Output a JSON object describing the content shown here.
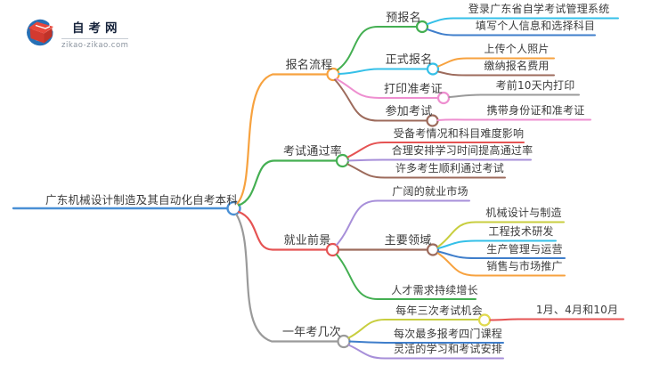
{
  "logo": {
    "title": "自考网",
    "domain": "zikao-zikao.com"
  },
  "mindmap": {
    "root": {
      "label": "广东机械设计制造及其自动化自考本科"
    },
    "branches": [
      {
        "label": "报名流程",
        "children": [
          {
            "label": "预报名",
            "children": [
              {
                "label": "登录广东省自学考试管理系统"
              },
              {
                "label": "填写个人信息和选择科目"
              }
            ]
          },
          {
            "label": "正式报名",
            "children": [
              {
                "label": "上传个人照片"
              },
              {
                "label": "缴纳报名费用"
              }
            ]
          },
          {
            "label": "打印准考证",
            "children": [
              {
                "label": "考前10天内打印"
              }
            ]
          },
          {
            "label": "参加考试",
            "children": [
              {
                "label": "携带身份证和准考证"
              }
            ]
          }
        ]
      },
      {
        "label": "考试通过率",
        "children": [
          {
            "label": "受备考情况和科目难度影响"
          },
          {
            "label": "合理安排学习时间提高通过率"
          },
          {
            "label": "许多考生顺利通过考试"
          }
        ]
      },
      {
        "label": "就业前景",
        "children": [
          {
            "label": "广阔的就业市场"
          },
          {
            "label": "主要领域",
            "children": [
              {
                "label": "机械设计与制造"
              },
              {
                "label": "工程技术研发"
              },
              {
                "label": "生产管理与运营"
              },
              {
                "label": "销售与市场推广"
              }
            ]
          },
          {
            "label": "人才需求持续增长"
          }
        ]
      },
      {
        "label": "一年考几次",
        "children": [
          {
            "label": "每年三次考试机会",
            "children": [
              {
                "label": "1月、4月和10月"
              }
            ]
          },
          {
            "label": "每次最多报考四门课程"
          },
          {
            "label": "灵活的学习和考试安排"
          }
        ]
      }
    ],
    "colors": {
      "root_blue": "#4A90D5",
      "orange": "#F7A23F",
      "green": "#44AF52",
      "red": "#E55353",
      "gray": "#9A9A9A",
      "cyan": "#35C0E8",
      "blue": "#3F7ECB",
      "pink": "#EE8FD0",
      "brown": "#9D6B5C",
      "purple": "#A78FD9",
      "olive": "#C8CE3F",
      "yellow": "#E0D94E",
      "text": "#3C3C3C",
      "logo_red": "#E0453A",
      "logo_blue": "#2770B5"
    }
  }
}
